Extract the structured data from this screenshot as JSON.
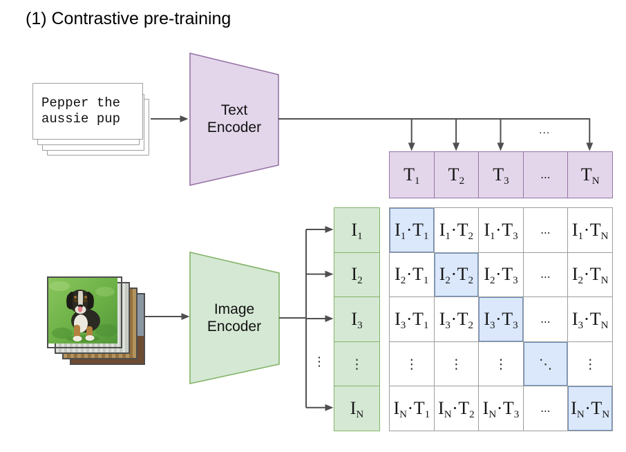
{
  "title": "(1) Contrastive pre-training",
  "text_input": {
    "lines": [
      "Pepper the",
      "aussie pup"
    ]
  },
  "text_encoder": {
    "label": "Text Encoder"
  },
  "image_encoder": {
    "label": "Image Encoder"
  },
  "top_ellipsis": "...",
  "side_ellipsis": "⋮",
  "text_embeddings": [
    {
      "base": "T",
      "sub": "1"
    },
    {
      "base": "T",
      "sub": "2"
    },
    {
      "base": "T",
      "sub": "3"
    },
    {
      "sym": "...",
      "kind": "hdots"
    },
    {
      "base": "T",
      "sub": "N"
    }
  ],
  "image_embeddings": [
    {
      "base": "I",
      "sub": "1"
    },
    {
      "base": "I",
      "sub": "2"
    },
    {
      "base": "I",
      "sub": "3"
    },
    {
      "sym": "⋮",
      "kind": "vdots"
    },
    {
      "base": "I",
      "sub": "N"
    }
  ],
  "matrix": {
    "rows": [
      [
        {
          "a": "I",
          "as": "1",
          "b": "T",
          "bs": "1",
          "hl": true
        },
        {
          "a": "I",
          "as": "1",
          "b": "T",
          "bs": "2"
        },
        {
          "a": "I",
          "as": "1",
          "b": "T",
          "bs": "3"
        },
        {
          "sym": "...",
          "kind": "hdots"
        },
        {
          "a": "I",
          "as": "1",
          "b": "T",
          "bs": "N"
        }
      ],
      [
        {
          "a": "I",
          "as": "2",
          "b": "T",
          "bs": "1"
        },
        {
          "a": "I",
          "as": "2",
          "b": "T",
          "bs": "2",
          "hl": true
        },
        {
          "a": "I",
          "as": "2",
          "b": "T",
          "bs": "3"
        },
        {
          "sym": "...",
          "kind": "hdots"
        },
        {
          "a": "I",
          "as": "2",
          "b": "T",
          "bs": "N"
        }
      ],
      [
        {
          "a": "I",
          "as": "3",
          "b": "T",
          "bs": "1"
        },
        {
          "a": "I",
          "as": "3",
          "b": "T",
          "bs": "2"
        },
        {
          "a": "I",
          "as": "3",
          "b": "T",
          "bs": "3",
          "hl": true
        },
        {
          "sym": "...",
          "kind": "hdots"
        },
        {
          "a": "I",
          "as": "3",
          "b": "T",
          "bs": "N"
        }
      ],
      [
        {
          "sym": "⋮",
          "kind": "vdots"
        },
        {
          "sym": "⋮",
          "kind": "vdots"
        },
        {
          "sym": "⋮",
          "kind": "vdots"
        },
        {
          "sym": "⋱",
          "kind": "ddots",
          "hl": true
        },
        {
          "sym": "⋮",
          "kind": "vdots"
        }
      ],
      [
        {
          "a": "I",
          "as": "N",
          "b": "T",
          "bs": "1"
        },
        {
          "a": "I",
          "as": "N",
          "b": "T",
          "bs": "2"
        },
        {
          "a": "I",
          "as": "N",
          "b": "T",
          "bs": "3"
        },
        {
          "sym": "...",
          "kind": "hdots"
        },
        {
          "a": "I",
          "as": "N",
          "b": "T",
          "bs": "N",
          "hl": true
        }
      ]
    ]
  },
  "colors": {
    "purple_fill": "#e3d6ea",
    "purple_border": "#9673a6",
    "green_fill": "#d5e8d4",
    "green_border": "#82b366",
    "blue_fill": "#dbe8fb",
    "blue_border": "#6c8ebf",
    "grid_border": "#9c9c9c",
    "arrow": "#4f4f4f"
  }
}
